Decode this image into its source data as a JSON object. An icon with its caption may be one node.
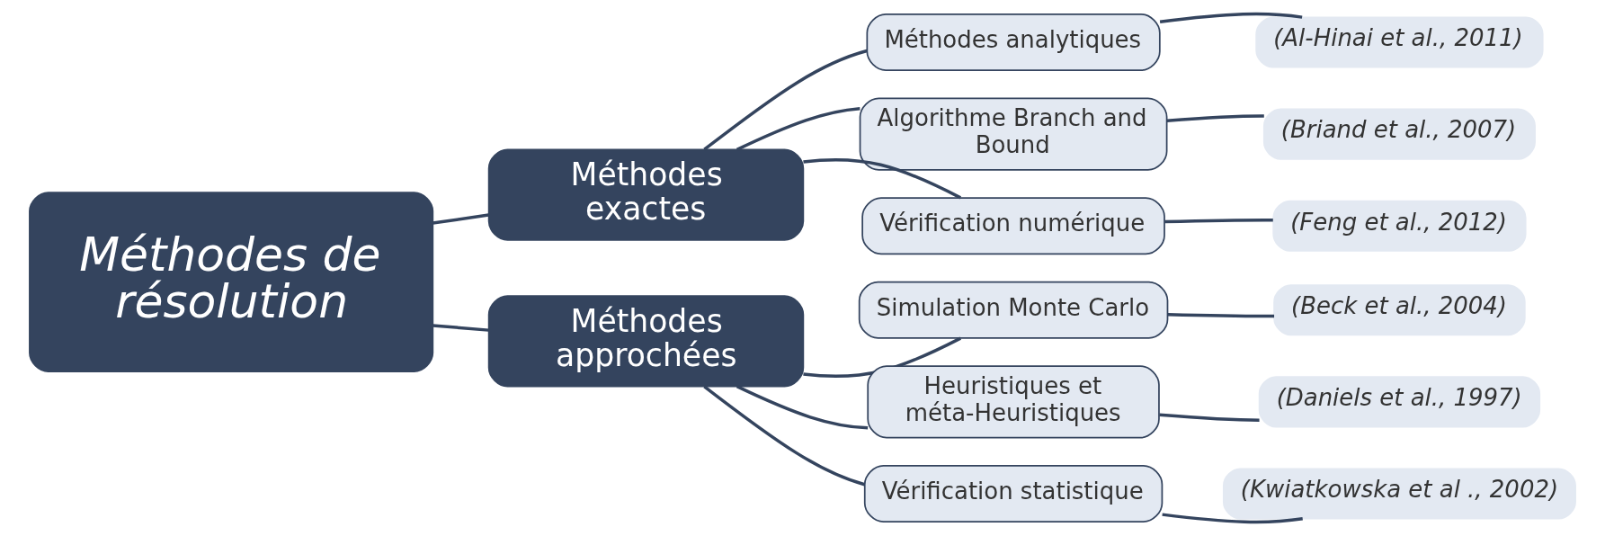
{
  "diagram": {
    "nodes": [
      {
        "text": [
          "Méthodes de résolution"
        ]
      },
      {
        "text": [
          "Méthodes exactes"
        ]
      },
      {
        "text": [
          "Méthodes analytiques"
        ]
      },
      {
        "text": [
          "(Al-Hinai et al., 2011)"
        ]
      },
      {
        "text": [
          "Algorithme Branch and Bound"
        ]
      },
      {
        "text": [
          "(Briand et al., 2007)"
        ]
      },
      {
        "text": [
          "Vérification numérique"
        ]
      },
      {
        "text": [
          "(Feng et al., 2012)"
        ]
      },
      {
        "text": [
          "Méthodes approchées"
        ]
      },
      {
        "text": [
          "Simulation Monte Carlo"
        ]
      },
      {
        "text": [
          "(Beck et al., 2004)"
        ]
      },
      {
        "text": [
          "Heuristiques et méta-Heuristiques"
        ]
      },
      {
        "text": [
          "(Daniels et al., 1997)"
        ]
      },
      {
        "text": [
          "Vérification statistique"
        ]
      },
      {
        "text": [
          "(Kwiatkowska et al ., 2002)"
        ]
      }
    ],
    "edges": [
      {
        "from": 0,
        "to": 1,
        "arrow": "none"
      },
      {
        "from": 0,
        "to": 8,
        "arrow": "none"
      },
      {
        "from": 1,
        "to": 2,
        "arrow": "none"
      },
      {
        "from": 1,
        "to": 4,
        "arrow": "none"
      },
      {
        "from": 1,
        "to": 6,
        "arrow": "none"
      },
      {
        "from": 2,
        "to": 3,
        "arrow": "none"
      },
      {
        "from": 4,
        "to": 5,
        "arrow": "none"
      },
      {
        "from": 6,
        "to": 7,
        "arrow": "none"
      },
      {
        "from": 8,
        "to": 9,
        "arrow": "none"
      },
      {
        "from": 8,
        "to": 11,
        "arrow": "none"
      },
      {
        "from": 8,
        "to": 13,
        "arrow": "none"
      },
      {
        "from": 9,
        "to": 10,
        "arrow": "none"
      },
      {
        "from": 11,
        "to": 12,
        "arrow": "none"
      },
      {
        "from": 13,
        "to": 14,
        "arrow": "none"
      }
    ]
  }
}
